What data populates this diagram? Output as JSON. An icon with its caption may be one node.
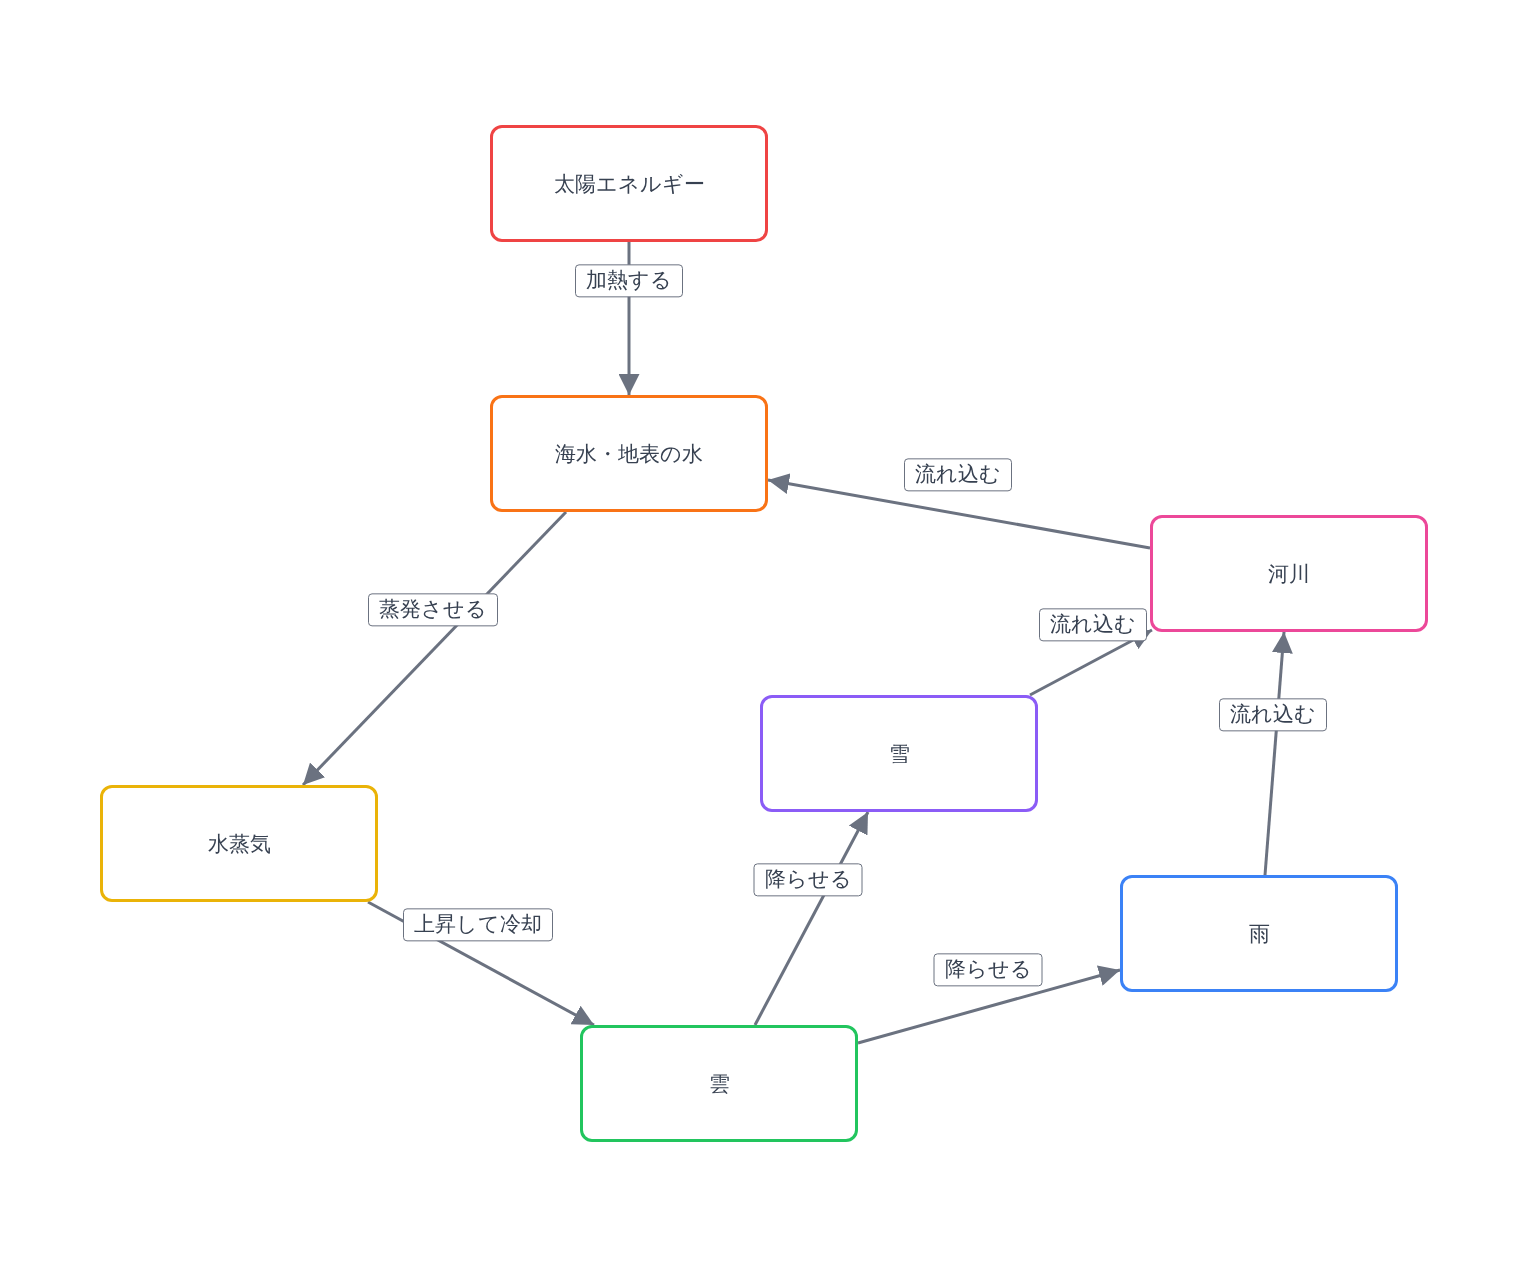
{
  "diagram": {
    "nodes": [
      {
        "text": [
          "太陽エネルギー"
        ]
      },
      {
        "text": [
          "海水・地表の水"
        ]
      },
      {
        "text": [
          "水蒸気"
        ]
      },
      {
        "text": [
          "雲"
        ]
      },
      {
        "text": [
          "雪"
        ]
      },
      {
        "text": [
          "雨"
        ]
      },
      {
        "text": [
          "河川"
        ]
      }
    ],
    "edges": [
      {
        "from": 0,
        "to": 1,
        "arrow": "to",
        "label": "加熱する"
      },
      {
        "from": 1,
        "to": 2,
        "arrow": "to",
        "label": "蒸発させる"
      },
      {
        "from": 2,
        "to": 3,
        "arrow": "to",
        "label": "上昇して冷却"
      },
      {
        "from": 3,
        "to": 4,
        "arrow": "to",
        "label": "降らせる"
      },
      {
        "from": 3,
        "to": 5,
        "arrow": "to",
        "label": "降らせる"
      },
      {
        "from": 4,
        "to": 6,
        "arrow": "to",
        "label": "流れ込む"
      },
      {
        "from": 5,
        "to": 6,
        "arrow": "to",
        "label": "流れ込む"
      },
      {
        "from": 6,
        "to": 1,
        "arrow": "to",
        "label": "流れ込む"
      }
    ]
  }
}
